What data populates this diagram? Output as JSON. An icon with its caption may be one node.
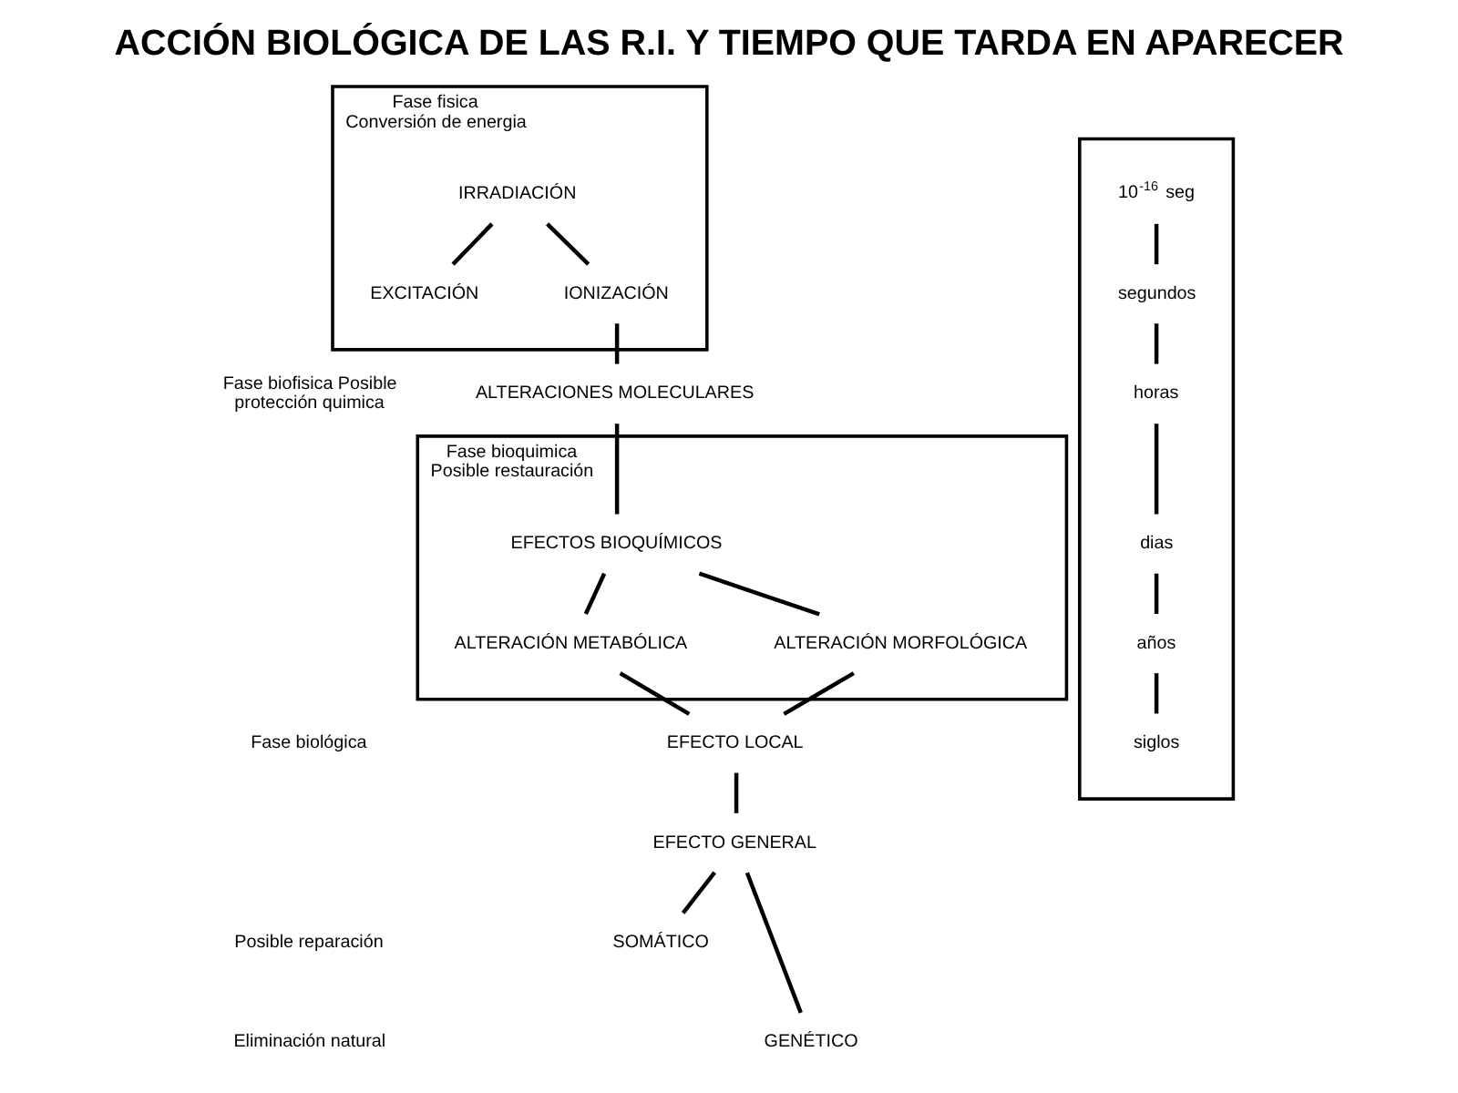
{
  "diagram": {
    "title": "ACCIÓN BIOLÓGICA DE LAS R.I. Y TIEMPO QUE TARDA EN APARECER",
    "nodes": [
      {
        "text": [
          "Fase fisica Conversión de energia"
        ]
      },
      {
        "text": [
          "IRRADIACIÓN"
        ],
        "in": 0
      },
      {
        "text": [
          "EXCITACIÓN"
        ],
        "in": 0
      },
      {
        "text": [
          "IONIZACIÓN"
        ],
        "in": 0
      },
      {
        "text": [
          "ALTERACIONES MOLECULARES"
        ]
      },
      {
        "text": [
          "Fase bioquimica Posible restauración"
        ]
      },
      {
        "text": [
          "EFECTOS BIOQUÍMICOS"
        ],
        "in": 5
      },
      {
        "text": [
          "ALTERACIÓN METABÓLICA"
        ],
        "in": 5
      },
      {
        "text": [
          "ALTERACIÓN MORFOLÓGICA"
        ],
        "in": 5
      },
      {
        "text": [
          "EFECTO LOCAL"
        ]
      },
      {
        "text": [
          "EFECTO GENERAL"
        ]
      },
      {
        "text": [
          "SOMÁTICO"
        ]
      },
      {
        "text": [
          "GENÉTICO"
        ]
      },
      {
        "text": [],
        "shape": "box"
      },
      {
        "text": [
          "10$^{-16}$ seg"
        ],
        "in": 13
      },
      {
        "text": [
          "segundos"
        ],
        "in": 13
      },
      {
        "text": [
          "horas"
        ],
        "in": 13
      },
      {
        "text": [
          "dias"
        ],
        "in": 13
      },
      {
        "text": [
          "años"
        ],
        "in": 13
      },
      {
        "text": [
          "siglos"
        ],
        "in": 13
      }
    ],
    "edges": [
      {
        "from": 1,
        "to": 2,
        "arrow": "none"
      },
      {
        "from": 1,
        "to": 3,
        "arrow": "none"
      },
      {
        "from": 3,
        "to": 4,
        "arrow": "none"
      },
      {
        "from": 4,
        "to": 6,
        "arrow": "none"
      },
      {
        "from": 6,
        "to": 7,
        "arrow": "none"
      },
      {
        "from": 6,
        "to": 8,
        "arrow": "none"
      },
      {
        "from": 7,
        "to": 9,
        "arrow": "none"
      },
      {
        "from": 8,
        "to": 9,
        "arrow": "none"
      },
      {
        "from": 9,
        "to": 10,
        "arrow": "none"
      },
      {
        "from": 10,
        "to": 11,
        "arrow": "none"
      },
      {
        "from": 10,
        "to": 12,
        "arrow": "none"
      },
      {
        "from": 14,
        "to": 15,
        "arrow": "none"
      },
      {
        "from": 15,
        "to": 16,
        "arrow": "none"
      },
      {
        "from": 16,
        "to": 17,
        "arrow": "none"
      },
      {
        "from": 17,
        "to": 18,
        "arrow": "none"
      },
      {
        "from": 18,
        "to": 19,
        "arrow": "none"
      }
    ],
    "labels": [
      "Fase biofisica Posible protección quimica",
      "Fase biológica",
      "Posible reparación",
      "Eliminación natural"
    ]
  }
}
